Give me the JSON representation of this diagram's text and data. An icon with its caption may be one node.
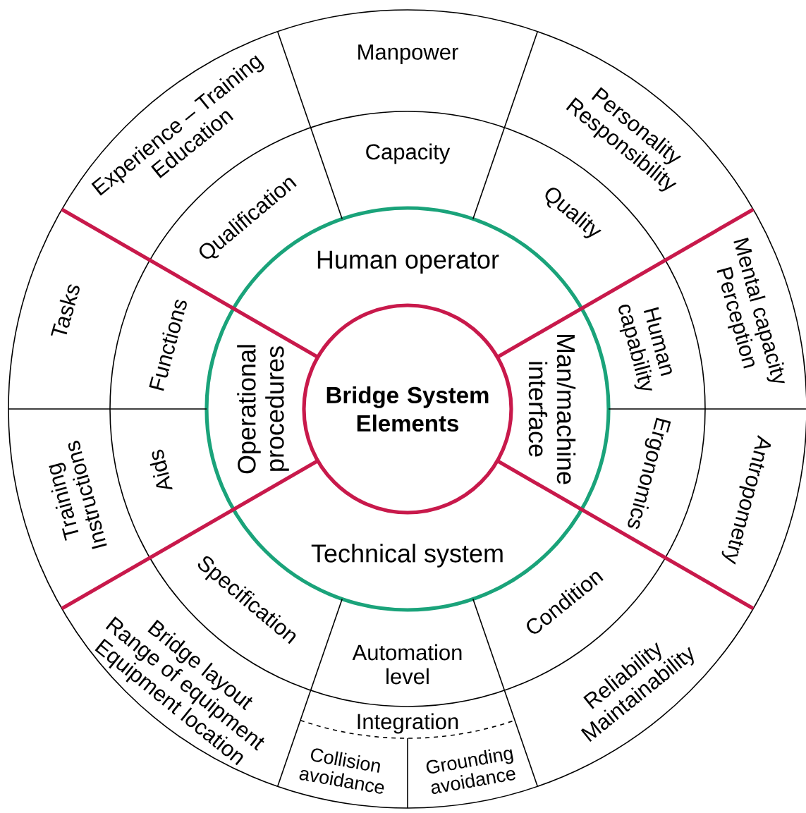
{
  "diagram": {
    "nodes": [
      {
        "text": [
          "Manpower"
        ]
      },
      {
        "text": [
          "Experience – Training",
          "Education"
        ]
      },
      {
        "text": [
          "Personality",
          "Responsibility"
        ]
      },
      {
        "text": [
          "Capacity"
        ]
      },
      {
        "text": [
          "Qualification"
        ]
      },
      {
        "text": [
          "Quality"
        ]
      },
      {
        "text": [
          "Human operator"
        ]
      },
      {
        "text": [
          "Tasks"
        ]
      },
      {
        "text": [
          "Functions"
        ]
      },
      {
        "text": [
          "Operational procedures"
        ]
      },
      {
        "text": [
          "Bridge System Elements"
        ]
      },
      {
        "text": [
          "Man/machine interface"
        ]
      },
      {
        "text": [
          "Human capability"
        ]
      },
      {
        "text": [
          "Mental capacity",
          "Perception"
        ]
      },
      {
        "text": [
          "Training",
          "Instructions"
        ]
      },
      {
        "text": [
          "Aids"
        ]
      },
      {
        "text": [
          "Ergonomics"
        ]
      },
      {
        "text": [
          "Antropometry"
        ]
      },
      {
        "text": [
          "Technical system"
        ]
      },
      {
        "text": [
          "Specification"
        ]
      },
      {
        "text": [
          "Condition"
        ]
      },
      {
        "text": [
          "Bridge layout",
          "Range of equipment",
          "Equipment location"
        ]
      },
      {
        "text": [
          "Automation level"
        ]
      },
      {
        "text": [
          "Reliability",
          "Maintainability"
        ]
      },
      {
        "text": [
          "Integration"
        ]
      },
      {
        "text": [
          "Collision avoidance"
        ]
      },
      {
        "text": [
          "Grounding avoidance"
        ]
      }
    ]
  }
}
